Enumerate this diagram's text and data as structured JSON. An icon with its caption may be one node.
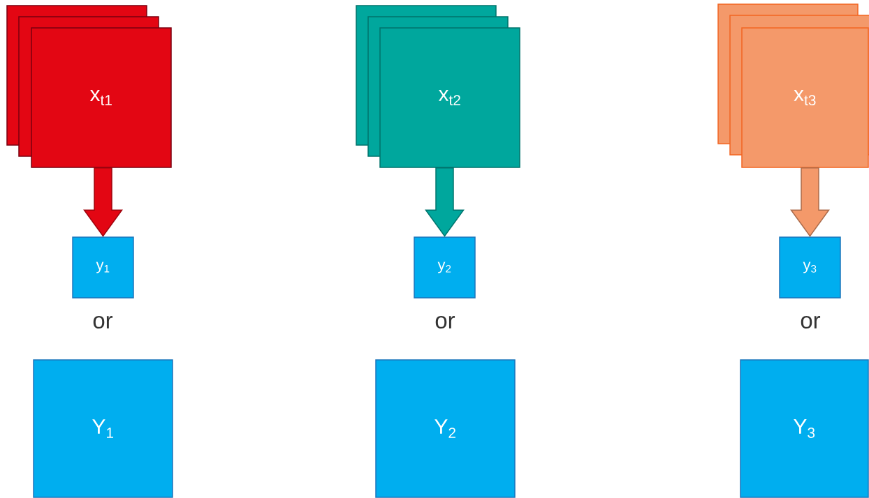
{
  "diagram": {
    "nodes": [
      {
        "text": [
          "x$_{t1}$"
        ]
      },
      {
        "text": [
          "y$_{1}$"
        ]
      },
      {
        "text": [
          "Y$_{1}$"
        ]
      },
      {
        "text": [
          "x$_{t2}$"
        ]
      },
      {
        "text": [
          "y$_{2}$"
        ]
      },
      {
        "text": [
          "Y$_{2}$"
        ]
      },
      {
        "text": [
          "x$_{t3}$"
        ]
      },
      {
        "text": [
          "y$_{3}$"
        ]
      },
      {
        "text": [
          "Y$_{3}$"
        ]
      }
    ],
    "edges": [
      {
        "from": 0,
        "to": 1,
        "arrow": "to",
        "color": "#e30613"
      },
      {
        "from": 3,
        "to": 4,
        "arrow": "to",
        "color": "#00a79d"
      },
      {
        "from": 6,
        "to": 7,
        "arrow": "to",
        "color": "#f4996a"
      }
    ],
    "labels": [
      "or",
      "or",
      "or"
    ]
  }
}
